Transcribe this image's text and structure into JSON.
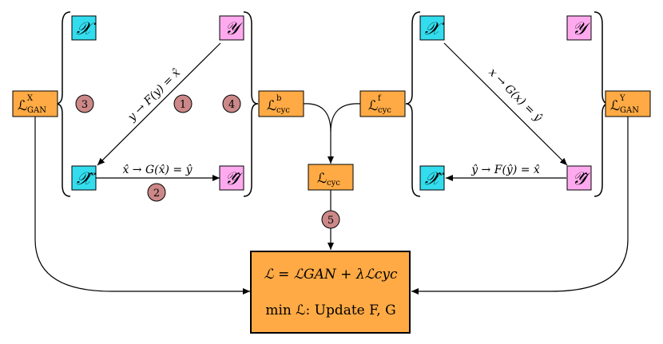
{
  "colors": {
    "x_node": "#33ddee",
    "y_node": "#ffaaee",
    "loss_box": "#ffaa44",
    "circle": "#cc8888",
    "stroke": "#000000"
  },
  "left_cycle": {
    "x_label": "𝒳",
    "y_label": "𝒴",
    "xhat_label": "𝒳̂",
    "yhat_label": "𝒴̂",
    "diag_label": "y → F(y) = x̂",
    "bottom_label": "x̂ → G(x̂) = ŷ"
  },
  "right_cycle": {
    "x_label": "𝒳",
    "y_label": "𝒴",
    "xhat_label": "𝒳̂",
    "yhat_label": "𝒴̂",
    "diag_label": "x → G(x) = ŷ",
    "bottom_label": "ŷ → F(ŷ) = x̂"
  },
  "losses": {
    "gan_x": {
      "main": "ℒ",
      "sub": "GAN",
      "sup": "X"
    },
    "cyc_b": {
      "main": "ℒ",
      "sub": "cyc",
      "sup": "b"
    },
    "cyc_f": {
      "main": "ℒ",
      "sub": "cyc",
      "sup": "f"
    },
    "gan_y": {
      "main": "ℒ",
      "sub": "GAN",
      "sup": "Y"
    },
    "cyc": {
      "main": "ℒ",
      "sub": "cyc"
    }
  },
  "steps": [
    "1",
    "2",
    "3",
    "4",
    "5"
  ],
  "total": {
    "line1": "ℒ = ℒGAN + λℒcyc",
    "line2": "min ℒ: Update F, G"
  }
}
